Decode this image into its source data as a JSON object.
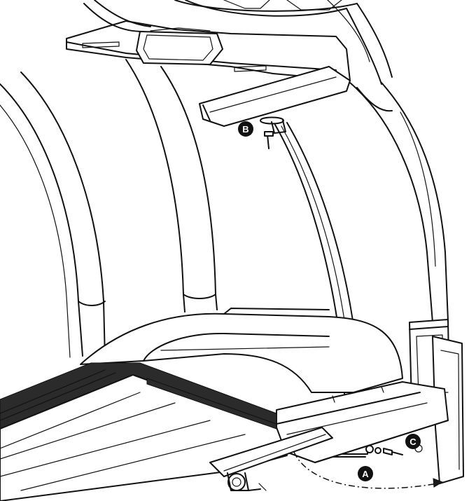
{
  "callouts": {
    "a": "A",
    "b": "B",
    "c": "C"
  },
  "colors": {
    "line": "#111111",
    "background": "#ffffff",
    "belt": "#2b2b2b"
  }
}
